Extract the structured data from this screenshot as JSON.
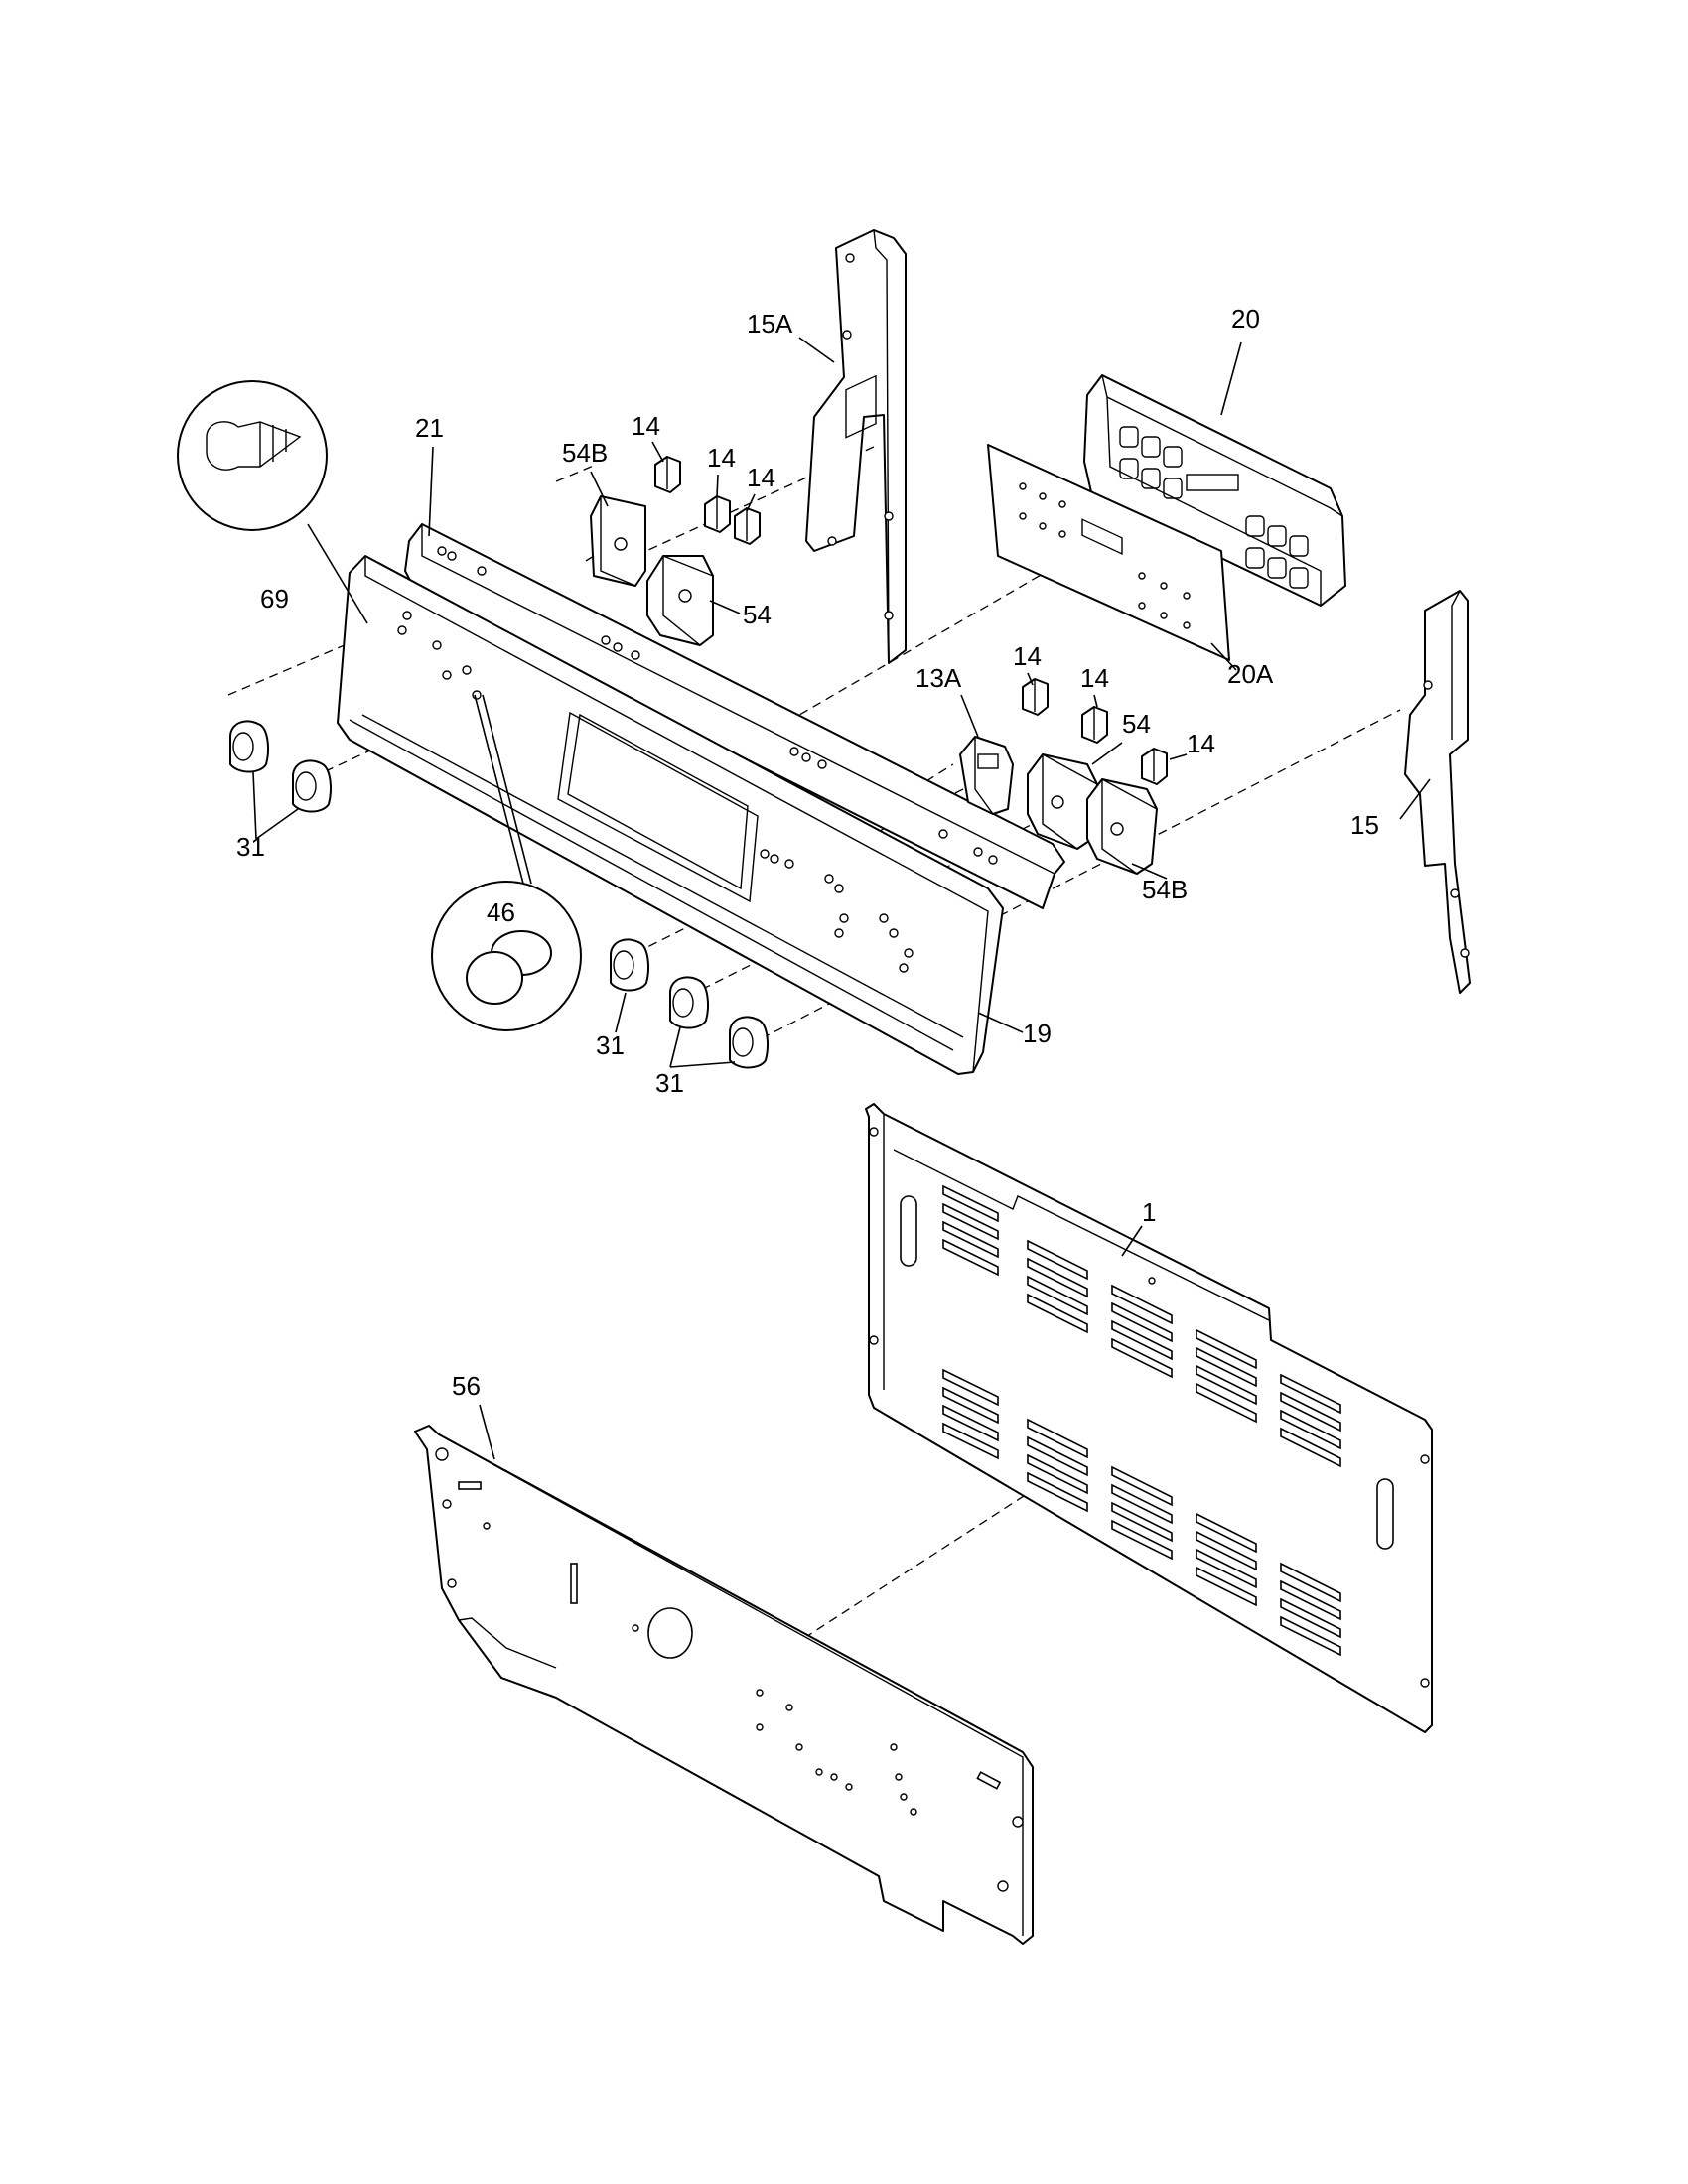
{
  "callouts": {
    "c15A": "15A",
    "c20": "20",
    "c21": "21",
    "c54B_top": "54B",
    "c14_a": "14",
    "c14_b": "14",
    "c14_c": "14",
    "c54_top": "54",
    "c69": "69",
    "c20A": "20A",
    "c13A": "13A",
    "c14_d": "14",
    "c14_e": "14",
    "c54_mid": "54",
    "c14_f": "14",
    "c15": "15",
    "c31_left": "31",
    "c54B_bottom": "54B",
    "c46": "46",
    "c19": "19",
    "c31_mid": "31",
    "c31_bottom": "31",
    "c1": "1",
    "c56": "56"
  }
}
